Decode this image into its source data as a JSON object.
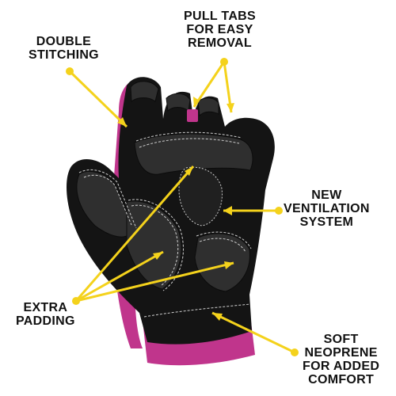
{
  "colors": {
    "accent": "#f4d21c",
    "glove_black": "#141414",
    "palm_gray": "#2f2f2f",
    "stitch": "#cfcfcf",
    "magenta": "#c0358c",
    "magenta_dark": "#8e1f66",
    "label_text": "#111111"
  },
  "callouts": {
    "double_stitching": {
      "lines": [
        "DOUBLE",
        "STITCHING"
      ]
    },
    "pull_tabs": {
      "lines": [
        "PULL TABS",
        "FOR EASY",
        "REMOVAL"
      ]
    },
    "ventilation": {
      "lines": [
        "NEW",
        "VENTILATION",
        "SYSTEM"
      ]
    },
    "extra_padding": {
      "lines": [
        "EXTRA",
        "PADDING"
      ]
    },
    "neoprene": {
      "lines": [
        "SOFT",
        "NEOPRENE",
        "FOR ADDED",
        "COMFORT"
      ]
    }
  }
}
